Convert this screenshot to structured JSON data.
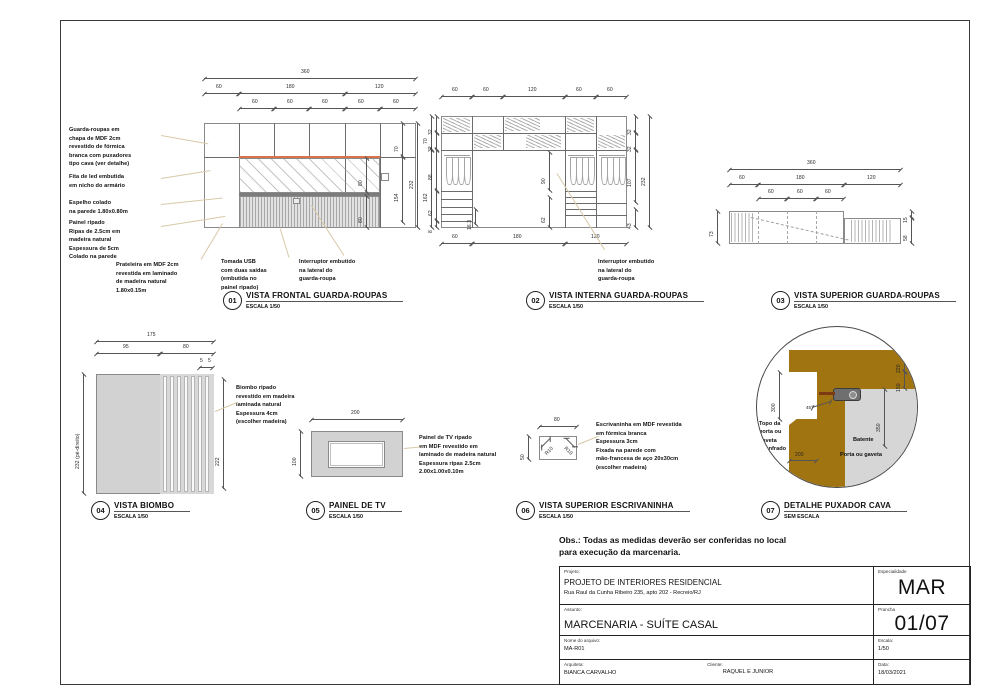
{
  "sheet": {
    "obs_line1": "Obs.: Todas as medidas deverão ser conferidas no local",
    "obs_line2": "para execução da marcenaria."
  },
  "views": [
    {
      "num": "01",
      "name": "VISTA FRONTAL GUARDA-ROUPAS",
      "scale": "ESCALA 1/50",
      "dims_top_total": "360",
      "dims_top_major": [
        "60",
        "180",
        "120"
      ],
      "dims_top_minor": [
        "60",
        "60",
        "60",
        "60",
        "60"
      ],
      "dims_right": [
        "70",
        "154",
        "232"
      ],
      "dims_inner": [
        "80",
        "80"
      ]
    },
    {
      "num": "02",
      "name": "VISTA INTERNA GUARDA-ROUPAS",
      "scale": "ESCALA 1/50",
      "dims_top": [
        "60",
        "60",
        "120",
        "60",
        "60"
      ],
      "dims_bottom": [
        "60",
        "180",
        "120"
      ],
      "dims_left": [
        "70",
        "32",
        "32",
        "162",
        "88",
        "62",
        "8"
      ],
      "dims_right": [
        "32",
        "32",
        "107",
        "43",
        "232"
      ],
      "dims_center": [
        "90",
        "62"
      ],
      "dim_small": "16.3"
    },
    {
      "num": "03",
      "name": "VISTA SUPERIOR GUARDA-ROUPAS",
      "scale": "ESCALA 1/50",
      "dims_top_total": "360",
      "dims_top_major": [
        "60",
        "180",
        "120"
      ],
      "dims_top_minor": [
        "60",
        "60",
        "60"
      ],
      "dims_left": [
        "73"
      ],
      "dims_right": [
        "15",
        "58"
      ]
    },
    {
      "num": "04",
      "name": "VISTA BIOMBO",
      "scale": "ESCALA 1/50",
      "dims_top_total": "175",
      "dims_top_major": [
        "95",
        "80"
      ],
      "dims_small": [
        "5",
        "5"
      ],
      "dim_left": "232 (pé-direito)",
      "dim_right": "222"
    },
    {
      "num": "05",
      "name": "PAINEL DE TV",
      "scale": "ESCALA 1/50",
      "dim_top": "200",
      "dim_left": "100"
    },
    {
      "num": "06",
      "name": "VISTA SUPERIOR ESCRIVANINHA",
      "scale": "ESCALA 1/50",
      "dim_top": "80",
      "dim_left": "50",
      "radius_labels": [
        "R10",
        "R10"
      ]
    },
    {
      "num": "07",
      "name": "DETALHE PUXADOR CAVA",
      "scale": "SEM ESCALA",
      "dims": [
        "220",
        "150",
        "350",
        "300",
        "200"
      ],
      "angle": "45°",
      "label_topo": "Topo da\nporta ou\ngaveta\nchanfrado",
      "label_batente": "Batente",
      "label_porta": "Porta ou gaveta"
    }
  ],
  "notes": {
    "guarda_roupas": "Guarda-roupas em\nchapa de MDF 2cm\nrevestido de fórmica\nbranca com puxadores\ntipo cava (ver detalhe)",
    "fita_led": "Fita de led embutida\nem nicho do armário",
    "espelho": "Espelho colado\nna parede 1.80x0.80m",
    "painel_ripado": "Painel ripado\nRipas de 2.5cm em\nmadeira natural\nEspessura de 5cm\nColado na parede",
    "prateleira": "Prateleira em MDF 2cm\nrevestida em laminado\nde madeira natural\n1.80x0.15m",
    "tomada_usb": "Tomada USB\ncom duas saídas\n(embutida no\npainel ripado)",
    "interruptor": "Interruptor embutido\nna lateral do\nguarda-roupa",
    "interruptor_02": "Interruptor embutido\nna lateral do\nguarda-roupa",
    "biombo": "Biombo ripado\nrevestido em madeira\nlaminada natural\nEspessura 4cm\n(escolher madeira)",
    "painel_tv": "Painel de TV ripado\nem MDF revestido em\nlaminado de madeira natural\nEspessura ripas 2.5cm\n2.00x1.00x0.10m",
    "escrivaninha": "Escrivaninha em MDF revestida\nem fórmica branca\nEspessura 3cm\nFixada na parede com\nmão-francesa de aço 20x30cm\n(escolher madeira)"
  },
  "title_block": {
    "projeto_label": "Projeto:",
    "projeto_value": "PROJETO DE INTERIORES RESIDENCIAL",
    "projeto_address": "Rua Raul da Cunha Ribeiro 235, apto 202 - Recreio/RJ",
    "assunto_label": "Assunto:",
    "assunto_value": "MARCENARIA - SUÍTE CASAL",
    "arquivo_label": "Nome do arquivo:",
    "arquivo_value": "MA-R01",
    "arquiteta_label": "Arquiteta:",
    "arquiteta_value": "BIANCA CARVALHO",
    "cliente_label": "Cliente:",
    "cliente_value": "RAQUEL E JUNIOR",
    "especialidade_label": "Especialidade",
    "especialidade_value": "MAR",
    "prancha_label": "Prancha",
    "prancha_value": "01/07",
    "escala_label": "Escala:",
    "escala_value": "1/50",
    "data_label": "Data:",
    "data_value": "18/03/2021"
  }
}
